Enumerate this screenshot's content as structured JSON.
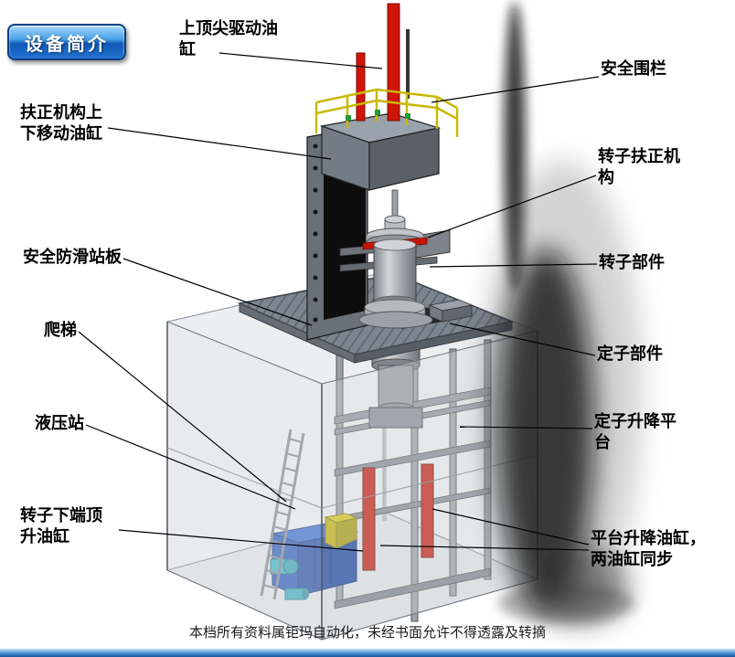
{
  "badge": {
    "label": "设备简介"
  },
  "labels": [
    {
      "id": "top-center-drive-cylinder",
      "text": "上顶尖驱动油缸"
    },
    {
      "id": "safety-fence",
      "text": "安全围栏"
    },
    {
      "id": "straightening-mechanism-move-cylinder",
      "text": "扶正机构上下移动油缸"
    },
    {
      "id": "rotor-straightening-mechanism",
      "text": "转子扶正机构"
    },
    {
      "id": "anti-slip-standing-board",
      "text": "安全防滑站板"
    },
    {
      "id": "rotor-component",
      "text": "转子部件"
    },
    {
      "id": "ladder",
      "text": "爬梯"
    },
    {
      "id": "stator-component",
      "text": "定子部件"
    },
    {
      "id": "hydraulic-station",
      "text": "液压站"
    },
    {
      "id": "stator-lift-platform",
      "text": "定子升降平台"
    },
    {
      "id": "rotor-bottom-jack-cylinder",
      "text": "转子下端顶升油缸"
    },
    {
      "id": "platform-lift-cylinders",
      "text": "平台升降油缸，两油缸同步"
    }
  ],
  "footer": {
    "text": "本档所有资料属钜玛自动化，未经书面允许不得透露及转摘"
  },
  "colors": {
    "badge_blue": "#1158b4",
    "cylinder_red": "#cc1504",
    "railing_yellow": "#c9b800",
    "hydraulic_blue": "#2e66c8",
    "machine_gray": "#8a9098",
    "platform_gray": "#7d858f"
  }
}
